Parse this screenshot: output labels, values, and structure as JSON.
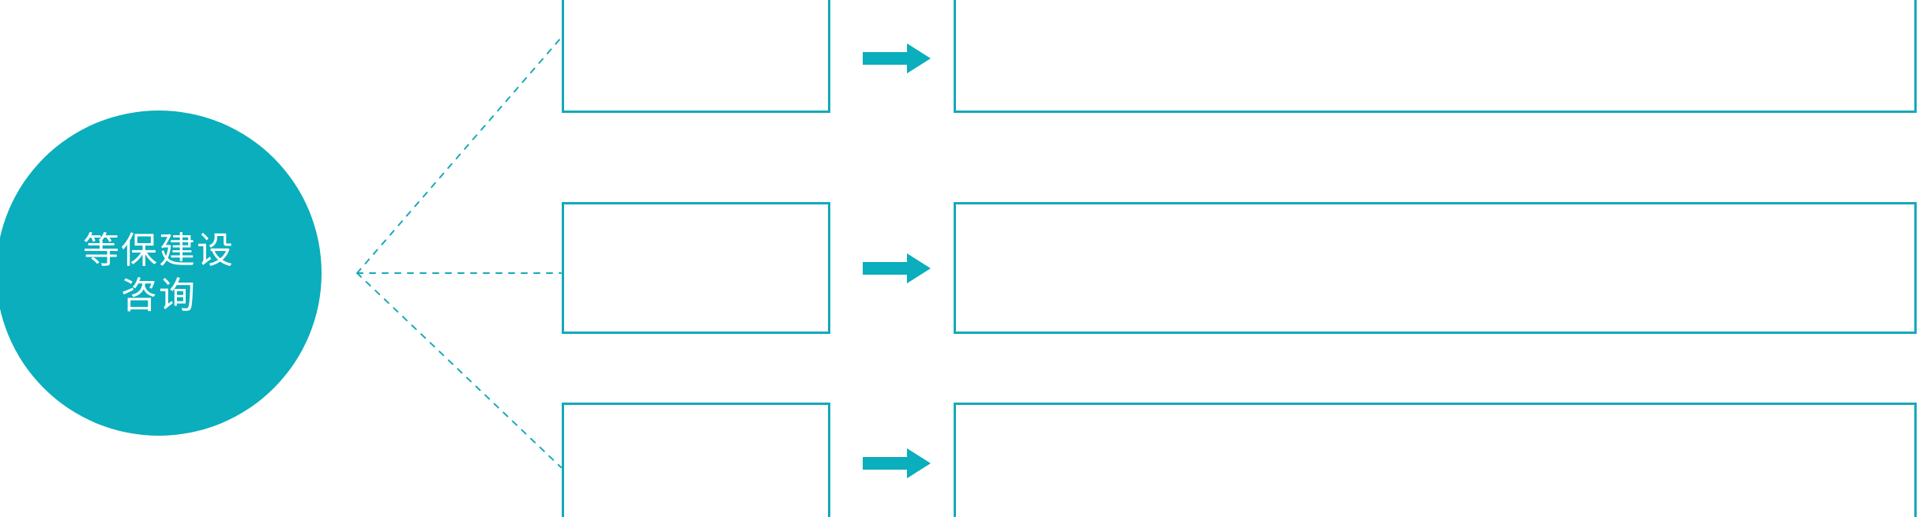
{
  "diagram": {
    "type": "hub-and-spoke process diagram",
    "background_color": "#FFFFFF",
    "accent_color": "#0AAEBC",
    "box_border_color": "#15A9B8",
    "connector_color": "#18AAB8",
    "hub": {
      "label": "等保建设\n咨询",
      "text_color": "#FFFFFF",
      "fill_color": "#0AAEBC",
      "shape": "circle"
    },
    "rows": [
      {
        "stage_label": "",
        "arrow_icon": "right-arrow-icon",
        "detail_label": ""
      },
      {
        "stage_label": "",
        "arrow_icon": "right-arrow-icon",
        "detail_label": ""
      },
      {
        "stage_label": "",
        "arrow_icon": "right-arrow-icon",
        "detail_label": ""
      }
    ],
    "connectors": {
      "style": "dotted",
      "origin_label": "hub-fan-origin",
      "count": 3
    }
  }
}
